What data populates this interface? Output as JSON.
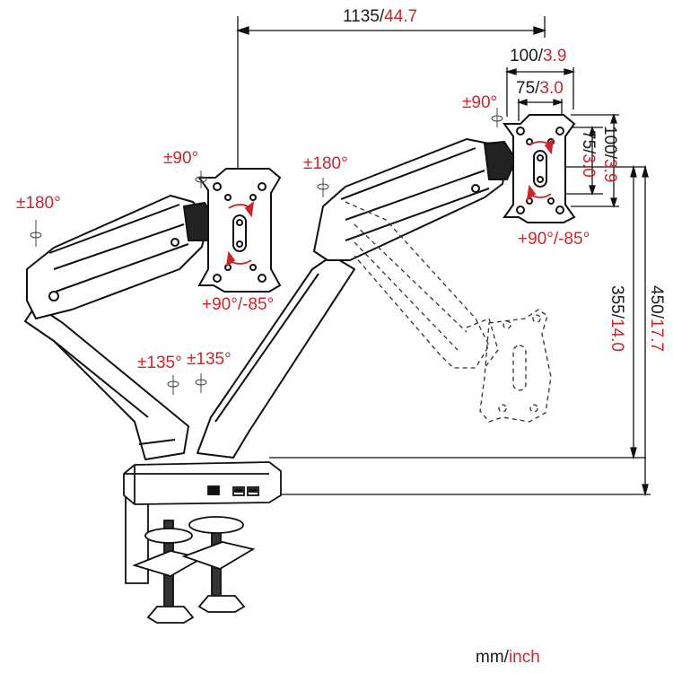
{
  "colors": {
    "metric": "#1a1a1a",
    "imperial": "#d3232a",
    "line": "#111111"
  },
  "dimensions": {
    "span": {
      "mm": "1135",
      "sep": "/",
      "inch": "44.7"
    },
    "vesa_100": {
      "mm": "100",
      "sep": "/",
      "inch": "3.9"
    },
    "vesa_75": {
      "mm": "75",
      "sep": "/",
      "inch": "3.0"
    },
    "vesa_75_vertical": {
      "mm": "75",
      "sep": "/",
      "inch": "3.0"
    },
    "vesa_100_vertical": {
      "mm": "100",
      "sep": "/",
      "inch": "3.9"
    },
    "height_355": {
      "mm": "355",
      "sep": "/",
      "inch": "14.0"
    },
    "height_450": {
      "mm": "450",
      "sep": "/",
      "inch": "17.7"
    }
  },
  "angles": {
    "left_arm_swivel": "±180°",
    "left_head_swivel": "±90°",
    "left_tilt": "+90°/-85°",
    "center_swivel": "±180°",
    "right_head_swivel": "±90°",
    "right_tilt": "+90°/-85°",
    "base_left": "±135°",
    "base_right": "±135°"
  },
  "units": {
    "mm": "mm",
    "sep": "/",
    "inch": "inch"
  }
}
